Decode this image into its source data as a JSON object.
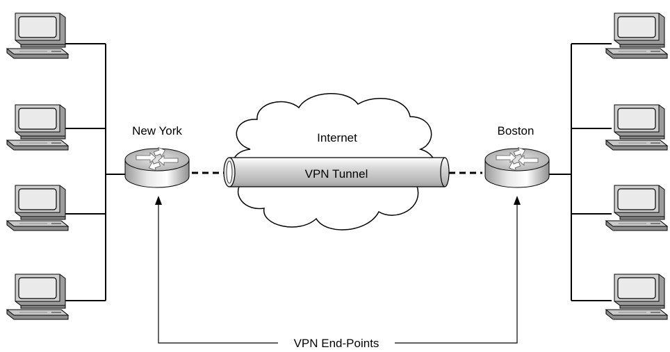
{
  "labels": {
    "left_site": "New York",
    "right_site": "Boston",
    "cloud": "Internet",
    "tunnel": "VPN Tunnel",
    "endpoints": "VPN End-Points"
  },
  "icons": {
    "workstation": "desktop-computer-icon",
    "router": "router-icon",
    "cloud": "cloud-icon",
    "tunnel": "pipe-tunnel-icon"
  },
  "colors": {
    "workstation_body": "#c4c4c4",
    "workstation_screen": "#e2e2e2",
    "router_top": "#b9b9b9",
    "router_side": "#d0d0d0",
    "tunnel": "#cccccc",
    "line": "#000000"
  }
}
